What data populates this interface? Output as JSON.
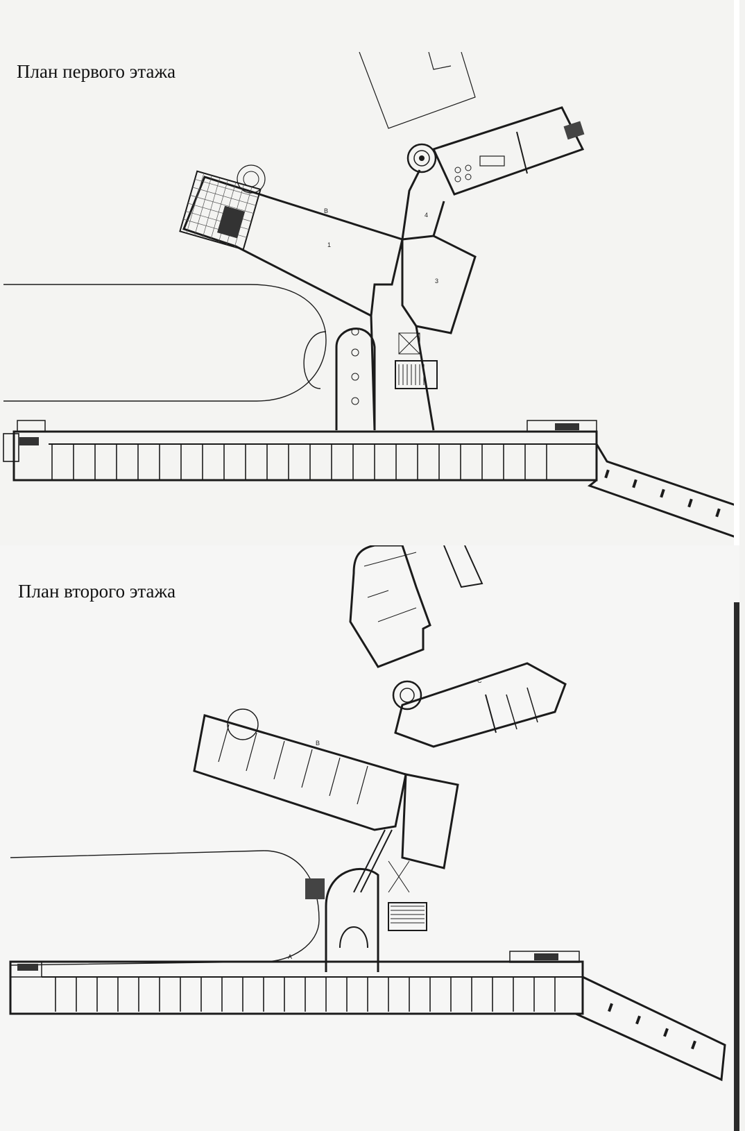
{
  "plans": [
    {
      "title": "План первого этажа"
    },
    {
      "title": "План второго этажа"
    }
  ],
  "floor1_labels": {
    "wing_b": "B",
    "hall": "1",
    "foyer": "3",
    "passage": "4"
  },
  "floor2_labels": {
    "wing_b": "B",
    "wing_c": "C",
    "front": "A"
  },
  "colors": {
    "paper": "#f4f4f2",
    "ink": "#1b1b1b",
    "edge": "#2a2a2a"
  }
}
